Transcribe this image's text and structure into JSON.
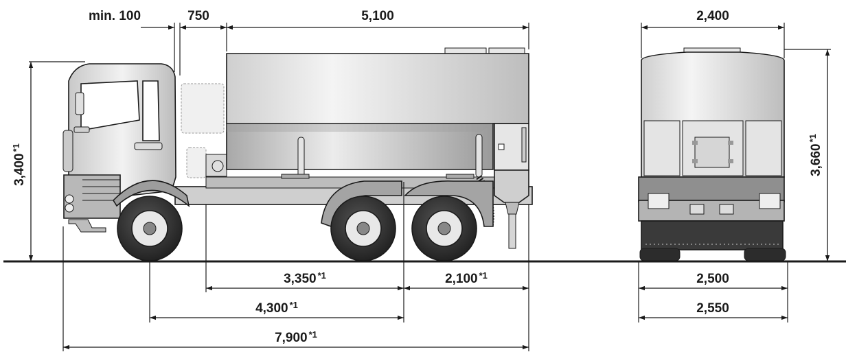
{
  "dimensions": {
    "front_overhang": {
      "label": "min. 100"
    },
    "gap": {
      "label": "750"
    },
    "body_length": {
      "label": "5,100"
    },
    "width_top": {
      "label": "2,400"
    },
    "cab_height": {
      "label": "3,400",
      "note": "*1"
    },
    "total_height": {
      "label": "3,660",
      "note": "*1"
    },
    "body_to_axle": {
      "label": "3,350",
      "note": "*1"
    },
    "rear_overhang": {
      "label": "2,100",
      "note": "*1"
    },
    "wheelbase": {
      "label": "4,300",
      "note": "*1"
    },
    "overall_length": {
      "label": "7,900",
      "note": "*1"
    },
    "track_width": {
      "label": "2,500"
    },
    "overall_width": {
      "label": "2,550"
    }
  },
  "colors": {
    "ink": "#1a1a1a",
    "body_gray": "#d4d4d4",
    "tire": "#333333"
  }
}
